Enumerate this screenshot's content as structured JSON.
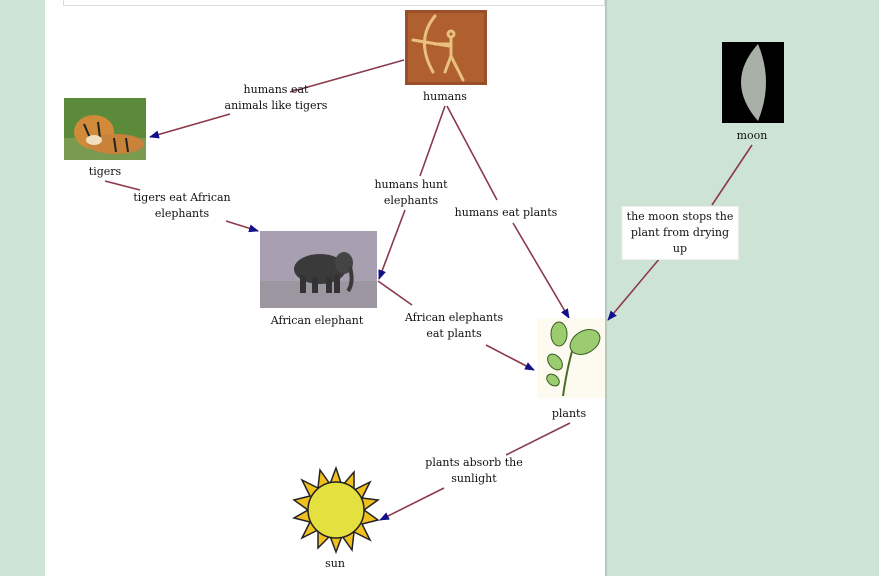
{
  "nodes": {
    "humans": "humans",
    "tigers": "tigers",
    "elephant": "African elephant",
    "plants": "plants",
    "sun": "sun",
    "moon": "moon"
  },
  "links": {
    "humans_tigers": [
      "humans eat",
      "animals like tigers"
    ],
    "tigers_elephant": [
      "tigers eat African",
      "elephants"
    ],
    "humans_elephant": [
      "humans hunt",
      "elephants"
    ],
    "humans_plants": [
      "humans eat plants"
    ],
    "elephant_plants": [
      "African elephants",
      "eat plants"
    ],
    "plants_sun": [
      "plants absorb the",
      "sunlight"
    ],
    "moon_plants": [
      "the moon stops the",
      "plant from drying",
      "up"
    ]
  },
  "colors": {
    "line": "#8b3a4a",
    "arrow": "#10108a",
    "background": "#cde3d5"
  }
}
